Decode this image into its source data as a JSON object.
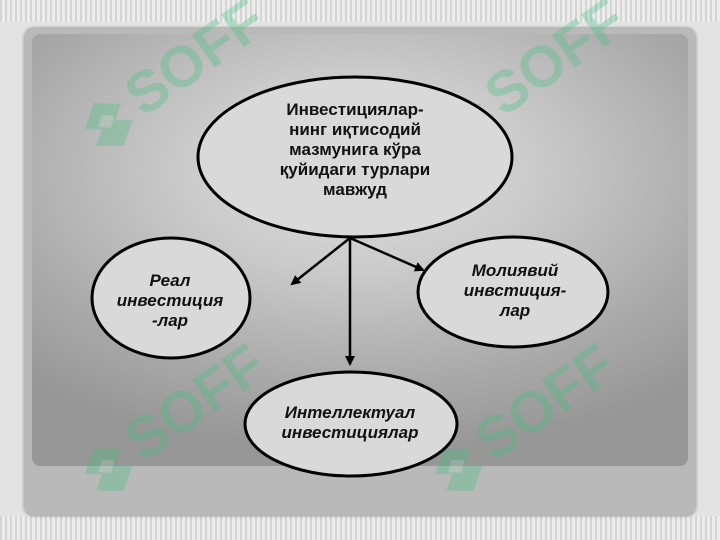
{
  "slide": {
    "watermark": {
      "text": "SOFF",
      "color": "#3fbf7f"
    },
    "colors": {
      "background": "#e3e3e3",
      "frame": "#b9b9b9",
      "node_fill": "#d9d9d9",
      "node_stroke": "#000000",
      "text": "#111111"
    }
  },
  "diagram": {
    "central": {
      "lines": [
        "Инвестициялар-",
        "нинг иқтисодий",
        "мазмунига кўра",
        "қуйидаги турлари",
        "мавжуд"
      ]
    },
    "left": {
      "lines": [
        "Реал",
        "инвестиция",
        "-лар"
      ]
    },
    "right": {
      "lines": [
        "Молиявий",
        "инвстиция-",
        "лар"
      ]
    },
    "bottom": {
      "lines": [
        "Интеллектуал",
        "инвестициялар"
      ]
    }
  }
}
